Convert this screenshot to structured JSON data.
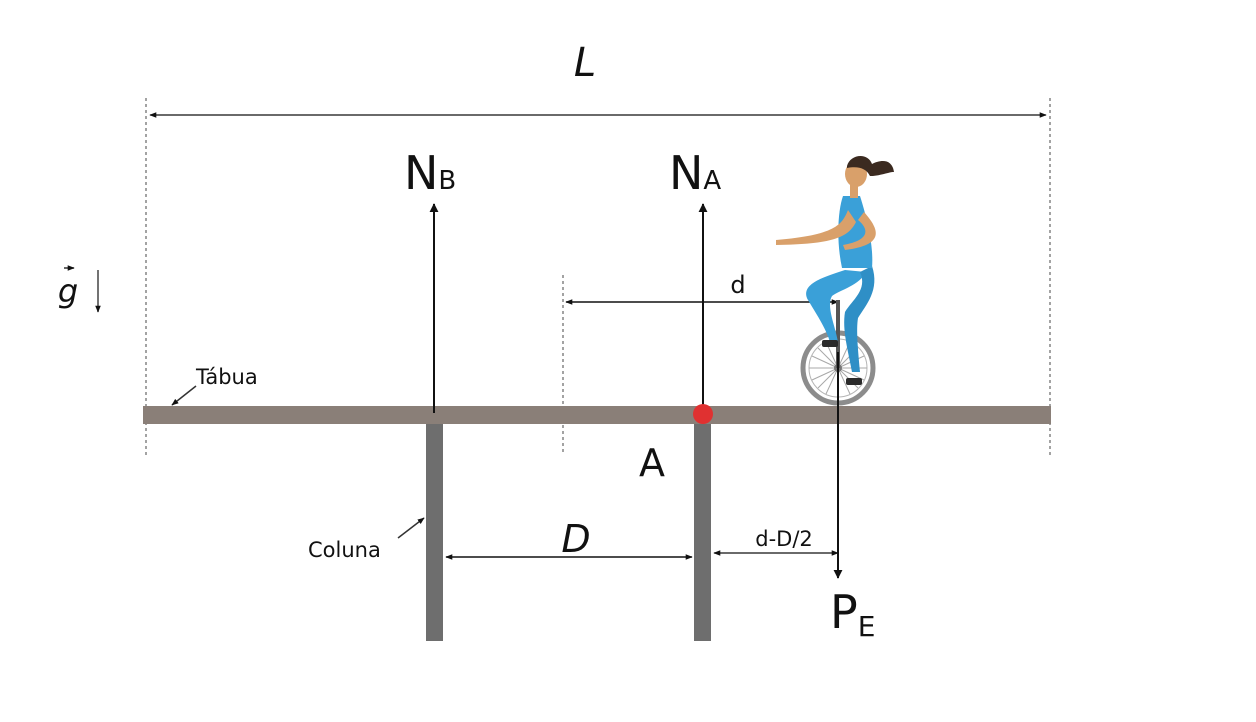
{
  "labels": {
    "length_L": "L",
    "normal_B": "N",
    "normal_B_sub": "B",
    "normal_A": "N",
    "normal_A_sub": "A",
    "gravity": "g",
    "distance_d": "d",
    "board": "Tábua",
    "point_A": "A",
    "column": "Coluna",
    "distance_D": "D",
    "distance_offset": "d-D/2",
    "weight": "P",
    "weight_sub": "E"
  },
  "colors": {
    "board": "#8a7f78",
    "column": "#6e6e6e",
    "point_A": "#e03131",
    "rider_outfit": "#3aa0d8",
    "rider_skin": "#d9a06a",
    "hair": "#3b2a20"
  }
}
